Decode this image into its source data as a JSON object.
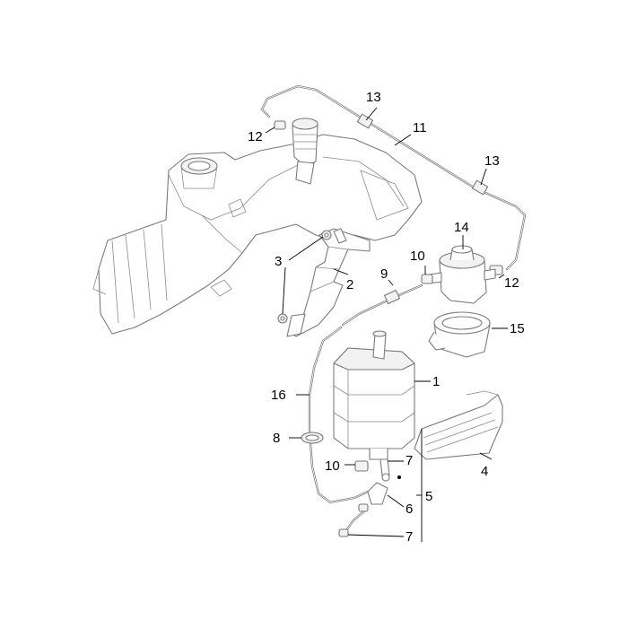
{
  "callouts": [
    {
      "id": "c1",
      "text": "1"
    },
    {
      "id": "c2",
      "text": "2"
    },
    {
      "id": "c3",
      "text": "3"
    },
    {
      "id": "c4",
      "text": "4"
    },
    {
      "id": "c5",
      "text": "5"
    },
    {
      "id": "c6",
      "text": "6"
    },
    {
      "id": "c7a",
      "text": "7"
    },
    {
      "id": "c7b",
      "text": "7"
    },
    {
      "id": "c8",
      "text": "8"
    },
    {
      "id": "c9",
      "text": "9"
    },
    {
      "id": "c10a",
      "text": "10"
    },
    {
      "id": "c10b",
      "text": "10"
    },
    {
      "id": "c11",
      "text": "11"
    },
    {
      "id": "c12a",
      "text": "12"
    },
    {
      "id": "c12b",
      "text": "12"
    },
    {
      "id": "c13a",
      "text": "13"
    },
    {
      "id": "c13b",
      "text": "13"
    },
    {
      "id": "c14",
      "text": "14"
    },
    {
      "id": "c15",
      "text": "15"
    },
    {
      "id": "c16",
      "text": "16"
    }
  ]
}
